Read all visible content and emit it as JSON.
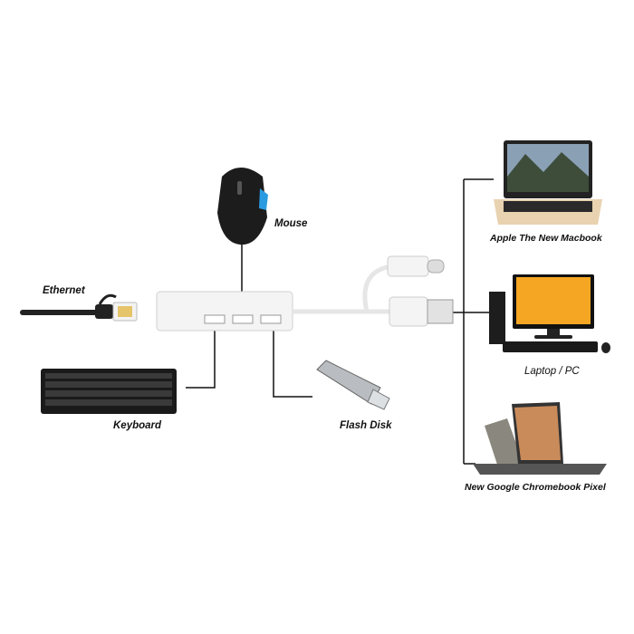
{
  "labels": {
    "mouse": "Mouse",
    "ethernet": "Ethernet",
    "keyboard": "Keyboard",
    "flash_disk": "Flash Disk",
    "macbook": "Apple The New Macbook",
    "pc": "Laptop / PC",
    "chromebook": "New Google Chromebook Pixel"
  },
  "colors": {
    "line": "#111111",
    "hub": "#f4f4f4",
    "mouse_accent": "#2a9be0",
    "pc_screen": "#f5a623",
    "macbook_body": "#e8d2b0"
  }
}
